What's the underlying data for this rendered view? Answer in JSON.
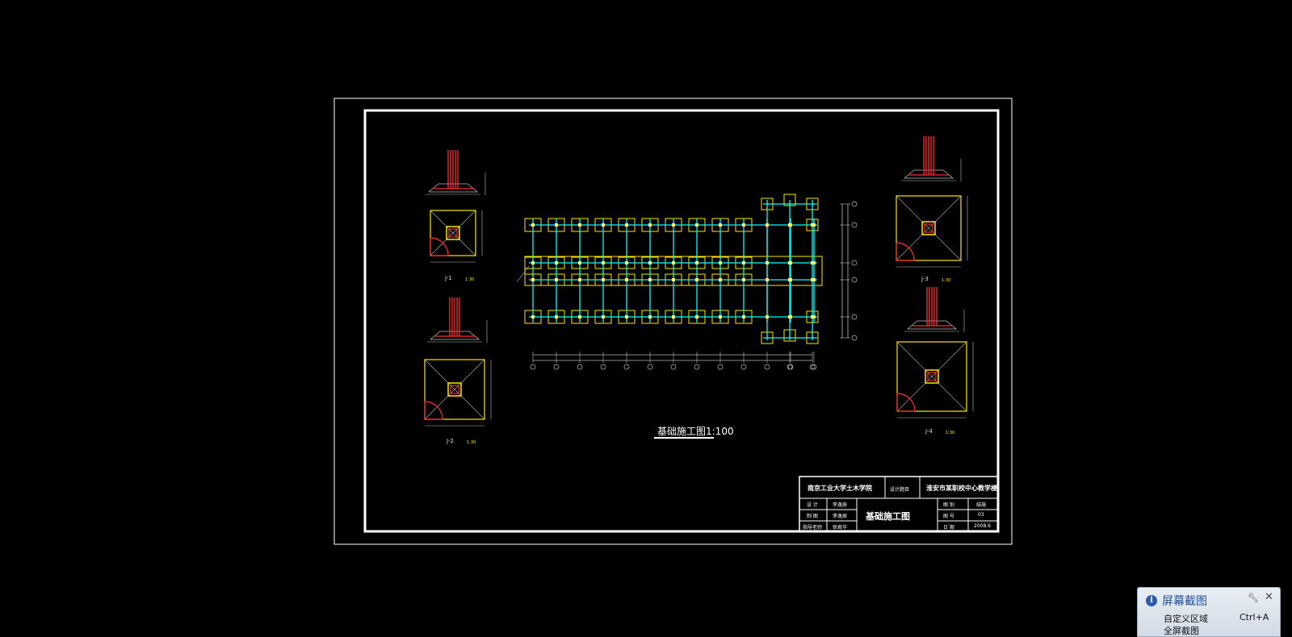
{
  "drawing": {
    "plan_title": "基础施工图1:100",
    "details": [
      {
        "label": "J-1",
        "scale": "1:30"
      },
      {
        "label": "J-2",
        "scale": "1:30"
      },
      {
        "label": "J-3",
        "scale": "1:30"
      },
      {
        "label": "J-4",
        "scale": "1:30"
      }
    ],
    "title_block": {
      "school": "南京工业大学土木学院",
      "design_topic_label": "设计题目",
      "project": "淮安市某职校中心教学楼",
      "drawing_name": "基础施工图",
      "rows_left": [
        {
          "role": "设 计",
          "name": "李逸辰"
        },
        {
          "role": "制 图",
          "name": "李逸辰"
        },
        {
          "role": "指导老师",
          "name": "徐君华"
        }
      ],
      "rows_right": [
        {
          "key": "图 别",
          "val": "结施"
        },
        {
          "key": "图 号",
          "val": "03"
        },
        {
          "key": "日 期",
          "val": "2008.6"
        }
      ]
    },
    "colors": {
      "background": "#000000",
      "frame": "#ffffff",
      "axis": "#00ffff",
      "footing": "#ffe600",
      "rebar": "#ff2a2a",
      "grid": "#bbbbbb"
    }
  },
  "popup": {
    "icon": "info-icon",
    "title": "屏幕截图",
    "item": "自定义区域",
    "shortcut": "Ctrl+A",
    "item2": "全屏截图",
    "tool_icon": "wrench-icon",
    "close_icon": "close-icon"
  }
}
